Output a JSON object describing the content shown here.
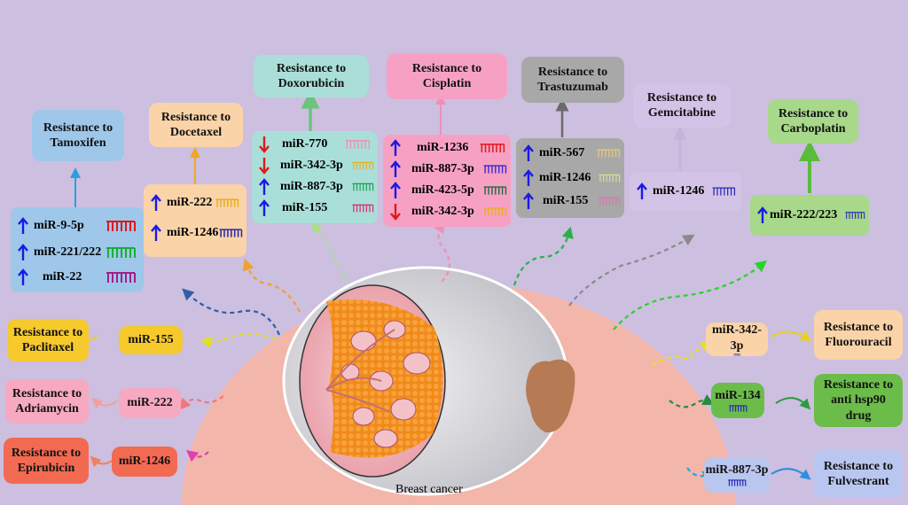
{
  "center_label": "Breast cancer",
  "top": {
    "tamoxifen": {
      "title": "Resistance to Tamoxifen",
      "mirnas": [
        "miR-9-5p",
        "miR-221/222",
        "miR-22"
      ]
    },
    "docetaxel": {
      "title": "Resistance to Docetaxel",
      "mirnas": [
        "miR-222",
        "miR-1246"
      ]
    },
    "doxorubicin": {
      "title": "Resistance to Doxorubicin",
      "mirnas": [
        "miR-770",
        "miR-342-3p",
        "miR-887-3p",
        "miR-155"
      ]
    },
    "cisplatin": {
      "title": "Resistance to Cisplatin",
      "mirnas": [
        "miR-1236",
        "miR-887-3p",
        "miR-423-5p",
        "miR-342-3p"
      ]
    },
    "trastuzumab": {
      "title": "Resistance to Trastuzumab",
      "mirnas": [
        "miR-567",
        "miR-1246",
        "miR-155"
      ]
    },
    "gemcitabine": {
      "title": "Resistance to Gemcitabine",
      "mirnas": [
        "miR-1246"
      ]
    },
    "carboplatin": {
      "title": "Resistance to Carboplatin",
      "mirnas": [
        "miR-222/223"
      ]
    }
  },
  "left": {
    "paclitaxel": {
      "title": "Resistance to Paclitaxel",
      "mirna": "miR-155"
    },
    "adriamycin": {
      "title": "Resistance to Adriamycin",
      "mirna": "miR-222"
    },
    "epirubicin": {
      "title": "Resistance to Epirubicin",
      "mirna": "miR-1246"
    }
  },
  "right": {
    "fluorouracil": {
      "title": "Resistance to Fluorouracil",
      "mirna": "miR-342-3p"
    },
    "hsp90": {
      "title": "Resistance to anti hsp90 drug",
      "mirna": "miR-134"
    },
    "fulvestrant": {
      "title": "Resistance to Fulvestrant",
      "mirna": "miR-887-3p"
    }
  },
  "colors": {
    "background": "#cdbfe0",
    "up_arrow": "#1a1ae6",
    "down_arrow": "#e01818",
    "tamoxifen_box": "#9ec7ea",
    "docetaxel_box": "#fbd3a8",
    "doxorubicin_box": "#a9dfd8",
    "cisplatin_box": "#f6a1c4",
    "trastuzumab_box": "#a8a8a8",
    "gemcitabine_box": "#d3c3e6",
    "carboplatin_box": "#a8d88a",
    "tumor_arc": "#f2b6aa"
  }
}
